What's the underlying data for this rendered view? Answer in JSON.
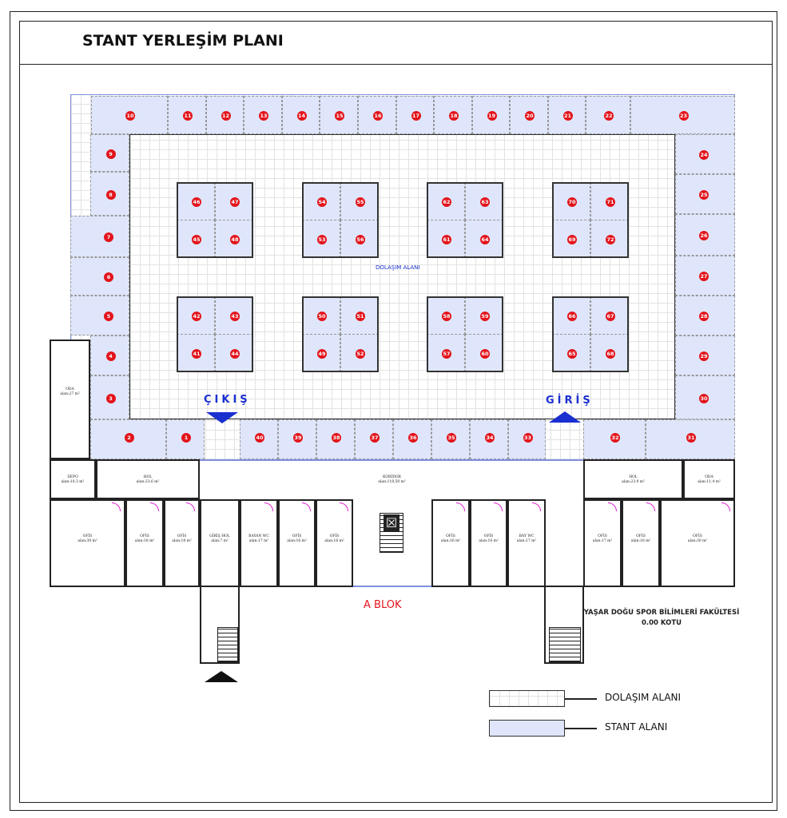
{
  "title": "STANT YERLEŞİM PLANI",
  "circulation_label": "DOLAŞIM ALANI",
  "exit_label": "ÇIKIŞ",
  "entry_label": "GİRİŞ",
  "block_label": "A BLOK",
  "faculty": {
    "line1": "YAŞAR DOĞU SPOR BİLİMLERİ FAKÜLTESİ",
    "line2": "0.00 KOTU"
  },
  "legend": [
    {
      "label": "DOLAŞIM ALANI",
      "color": "#ffffff"
    },
    {
      "label": "STANT ALANI",
      "color": "#dfe6fb"
    }
  ],
  "stands": {
    "top": [
      "10",
      "11",
      "12",
      "13",
      "14",
      "15",
      "16",
      "17",
      "18",
      "19",
      "20",
      "21",
      "22",
      "23"
    ],
    "left": [
      "9",
      "8",
      "7",
      "6",
      "5",
      "4",
      "3"
    ],
    "bottom": [
      "2",
      "1",
      "40",
      "39",
      "38",
      "37",
      "36",
      "35",
      "34",
      "33",
      "32",
      "31"
    ],
    "right": [
      "24",
      "25",
      "26",
      "27",
      "28",
      "29",
      "30"
    ],
    "islands": [
      [
        "46",
        "47",
        "45",
        "48"
      ],
      [
        "54",
        "55",
        "53",
        "56"
      ],
      [
        "62",
        "63",
        "61",
        "64"
      ],
      [
        "70",
        "71",
        "69",
        "72"
      ],
      [
        "42",
        "43",
        "41",
        "44"
      ],
      [
        "50",
        "51",
        "49",
        "52"
      ],
      [
        "58",
        "59",
        "57",
        "60"
      ],
      [
        "66",
        "67",
        "65",
        "68"
      ]
    ]
  },
  "rooms": [
    {
      "name": "DEPO",
      "area": "alan:10.3 m²"
    },
    {
      "name": "HOL",
      "area": "alan:23.6 m²"
    },
    {
      "name": "KORİDOR",
      "area": "alan:118,50 m²"
    },
    {
      "name": "HOL",
      "area": "alan:23.9 m²"
    },
    {
      "name": "ODA",
      "area": "alan:11.4 m²"
    },
    {
      "name": "OFİS",
      "area": "alan:30 m²"
    },
    {
      "name": "OFİS",
      "area": "alan:16 m²"
    },
    {
      "name": "OFİS",
      "area": "alan:18 m²"
    },
    {
      "name": "GİRİŞ HOL",
      "area": "alan:7 m²"
    },
    {
      "name": "BAYAN WC",
      "area": "alan:17 m²"
    },
    {
      "name": "OFİS",
      "area": "alan:16 m²"
    },
    {
      "name": "OFİS",
      "area": "alan:16 m²"
    },
    {
      "name": "OFİS",
      "area": "alan:16 m²"
    },
    {
      "name": "OFİS",
      "area": "alan:16 m²"
    },
    {
      "name": "BAY WC",
      "area": "alan:17 m²"
    },
    {
      "name": "OFİS",
      "area": "alan:17 m²"
    },
    {
      "name": "OFİS",
      "area": "alan:16 m²"
    },
    {
      "name": "OFİS",
      "area": "alan:30 m²"
    },
    {
      "name": "ODA",
      "area": "alan:27 m²"
    }
  ]
}
